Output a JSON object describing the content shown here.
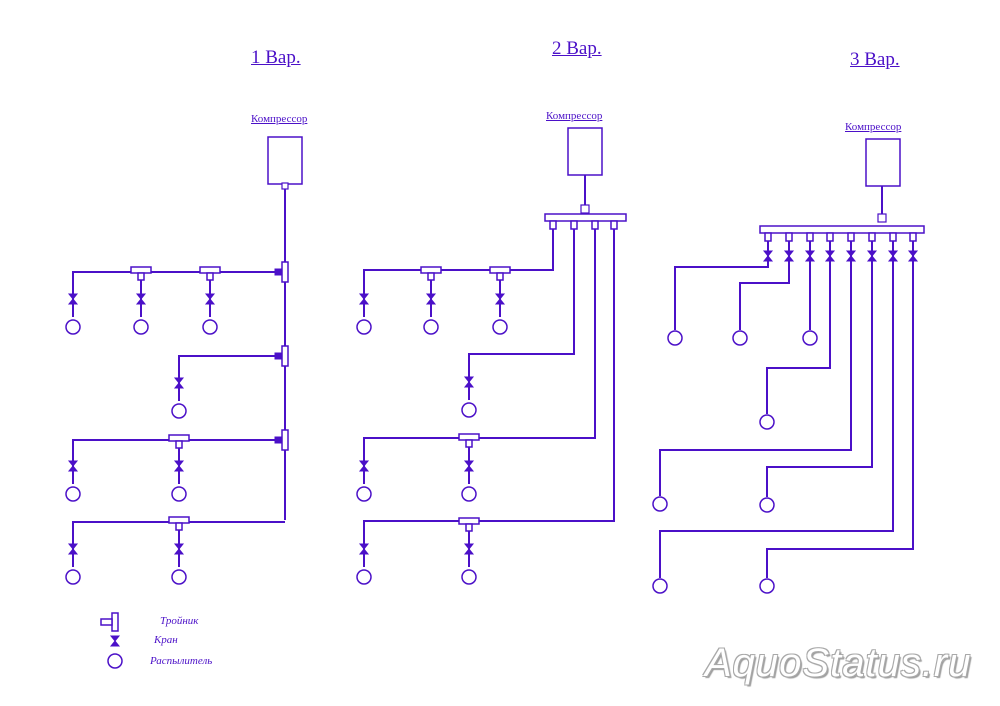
{
  "variants": [
    {
      "title": "1 Вар.",
      "compressor_label": "Компрессор"
    },
    {
      "title": "2 Вар.",
      "compressor_label": "Компрессор"
    },
    {
      "title": "3 Вар.",
      "compressor_label": "Компрессор"
    }
  ],
  "legend": {
    "tee": "Тройник",
    "valve": "Кран",
    "sprayer": "Распылитель"
  },
  "watermark": "AquoStatus.ru",
  "colors": {
    "line": "#4b10c8",
    "watermark_outline": "#a9a9a9"
  },
  "icons": [
    "compressor-icon",
    "tee-icon",
    "valve-icon",
    "sprayer-icon",
    "manifold-icon"
  ]
}
